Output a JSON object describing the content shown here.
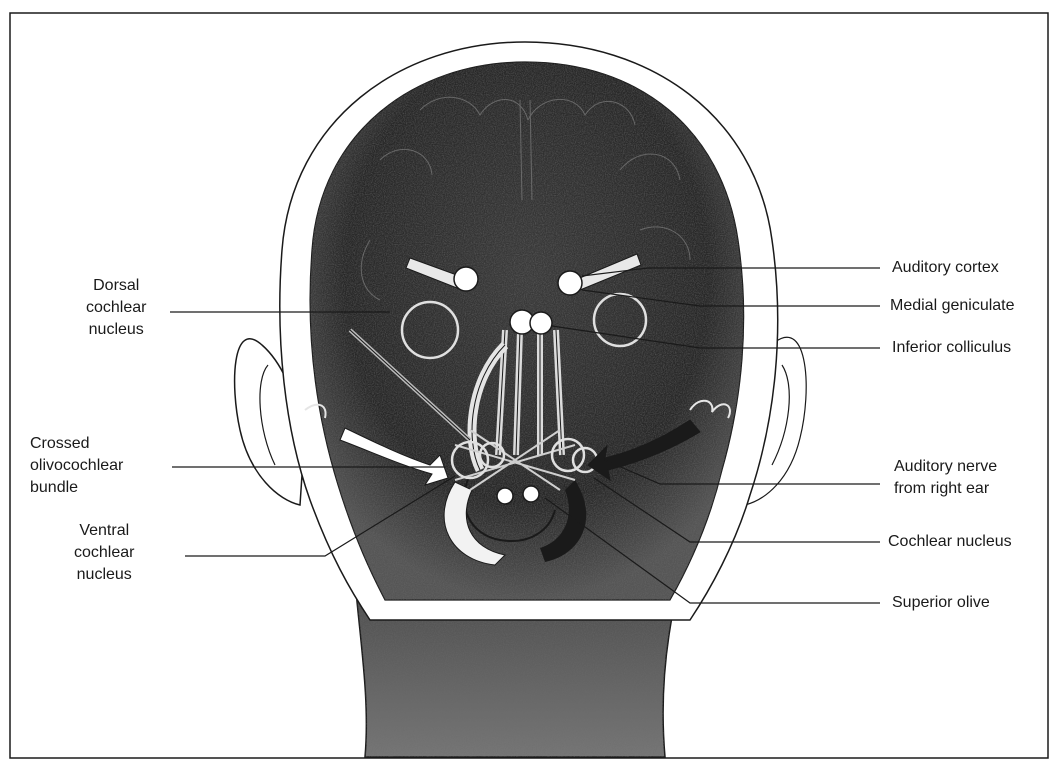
{
  "labels": {
    "dorsal_cochlear_nucleus": "Dorsal\ncochlear\nnucleus",
    "crossed_olivocochlear_bundle": "Crossed\nolivocochlear\nbundle",
    "ventral_cochlear_nucleus": "Ventral\ncochlear\nnucleus",
    "auditory_cortex": "Auditory cortex",
    "medial_geniculate": "Medial geniculate",
    "inferior_colliculus": "Inferior colliculus",
    "auditory_nerve_from_right_ear": "Auditory nerve\nfrom right ear",
    "cochlear_nucleus": "Cochlear nucleus",
    "superior_olive": "Superior olive"
  },
  "colors": {
    "ink": "#1a1a1a",
    "shading_dark": "#2b2b2b",
    "shading_mid": "#6e6e6e",
    "paper": "#ffffff"
  }
}
